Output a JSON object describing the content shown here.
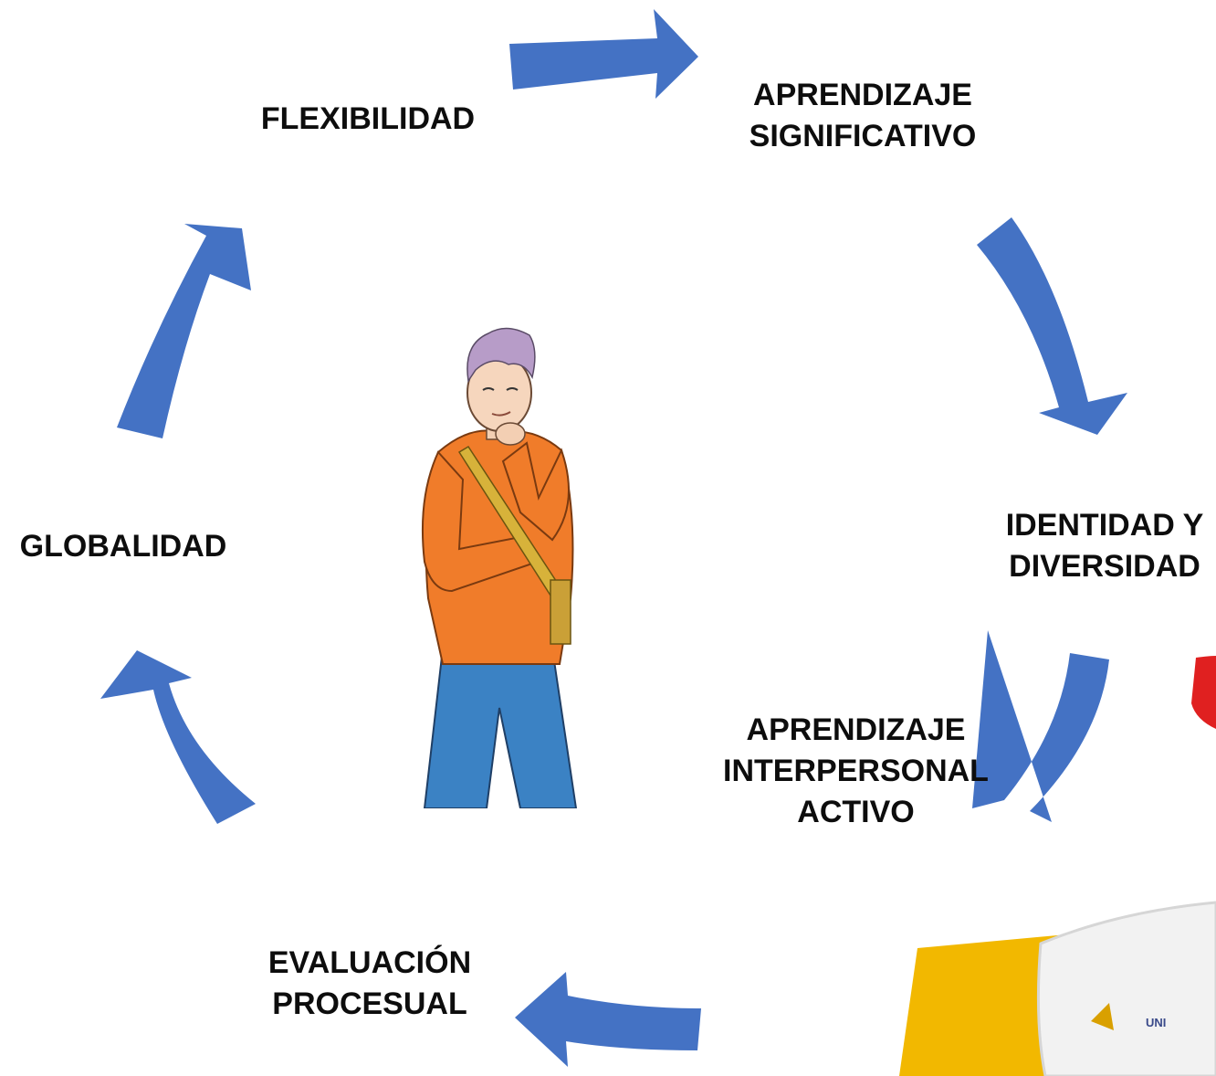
{
  "colors": {
    "arrow": "#4472C4",
    "shirt": "#F07C2A",
    "jeans": "#3B82C4",
    "hair": "#B79CC8",
    "logo_red": "#E02020",
    "logo_yellow": "#F2B800"
  },
  "cycle": {
    "nodes": [
      {
        "lines": [
          "FLEXIBILIDAD"
        ]
      },
      {
        "lines": [
          "APRENDIZAJE",
          "SIGNIFICATIVO"
        ]
      },
      {
        "lines": [
          "IDENTIDAD Y",
          "DIVERSIDAD"
        ]
      },
      {
        "lines": [
          "APRENDIZAJE",
          "INTERPERSONAL",
          "ACTIVO"
        ]
      },
      {
        "lines": [
          "EVALUACIÓN",
          "PROCESUAL"
        ]
      },
      {
        "lines": [
          "GLOBALIDAD"
        ]
      }
    ]
  },
  "logo": {
    "text": "UNI"
  }
}
